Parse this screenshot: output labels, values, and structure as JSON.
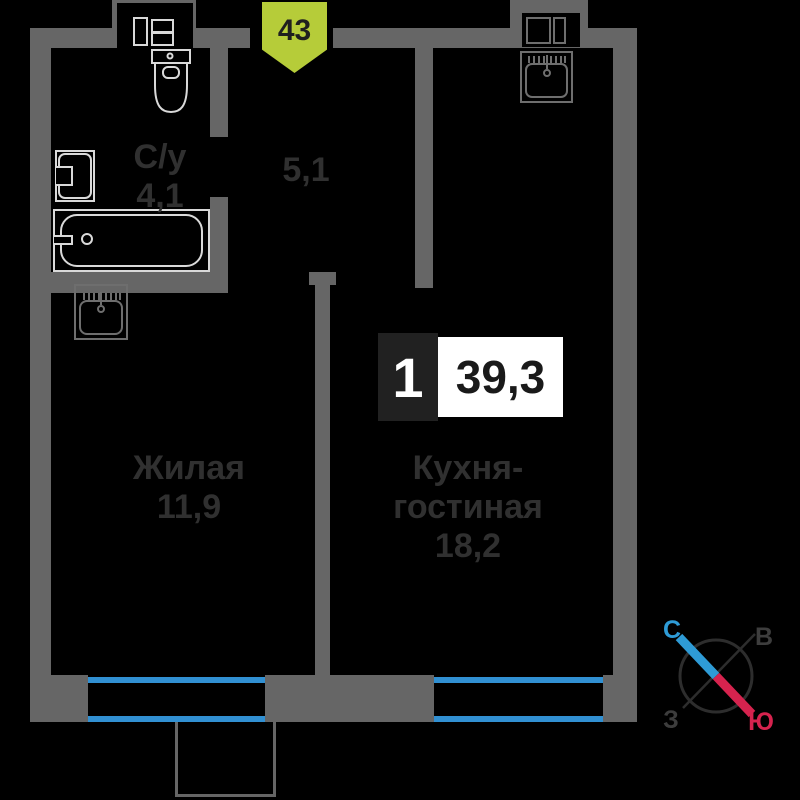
{
  "floorplan": {
    "apartment_badge": {
      "number": "43"
    },
    "area_summary": {
      "rooms_count": "1",
      "total_area": "39,3"
    },
    "rooms": {
      "bathroom": {
        "name": "С/у",
        "area": "4,1"
      },
      "hallway": {
        "name": "",
        "area": "5,1"
      },
      "living": {
        "name": "Жилая",
        "area": "11,9"
      },
      "kitchen_living": {
        "name": "Кухня-гостиная",
        "area": "18,2"
      }
    },
    "fixtures": [
      "washing-machine-icon",
      "toilet-icon",
      "washbasin-icon",
      "bathtub-icon",
      "laundry-sink-icon",
      "stove-icon",
      "kitchen-sink-icon"
    ]
  },
  "compass": {
    "north_label": "С",
    "east_label": "В",
    "west_label": "З",
    "south_label": "Ю"
  },
  "theme": {
    "background": "#000000",
    "wall": "#666666",
    "fixture_light": "#d9d9d9",
    "fixture_gray": "#6e6e6e",
    "window_blue": "#3190d2",
    "badge_green": "#b6cc39",
    "label_gray": "#303030",
    "area_box_dark": "#212121",
    "compass_north_blue": "#2e9bd6",
    "compass_south_red": "#d6234e",
    "compass_dark": "#2d2d2d",
    "compass_gray_label": "#3d3d3d"
  }
}
